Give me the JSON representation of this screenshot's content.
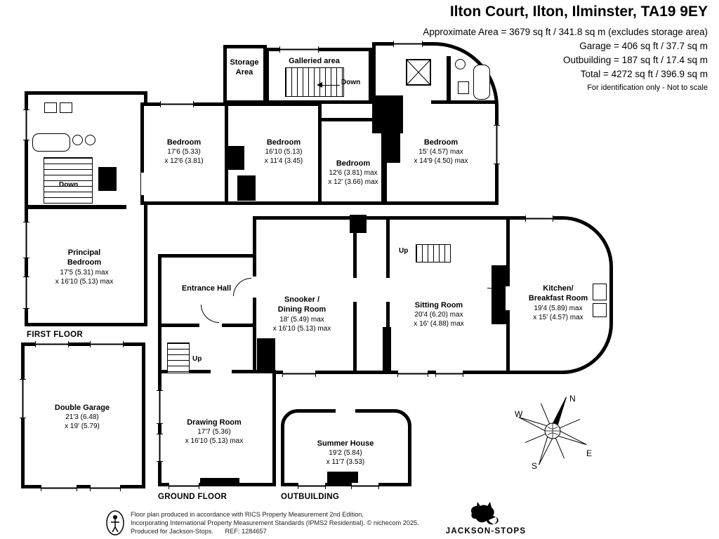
{
  "header": {
    "title": "Ilton Court, Ilton, Ilminster, TA19 9EY",
    "area_line": "Approximate Area = 3679 sq ft / 341.8 sq m (excludes storage area)",
    "garage_line": "Garage = 406 sq ft / 37.7 sq m",
    "outbuilding_line": "Outbuilding = 187 sq ft / 17.4 sq m",
    "total_line": "Total = 4272 sq ft / 396.9 sq m",
    "note": "For identification only - Not to scale"
  },
  "floors": {
    "first": "FIRST FLOOR",
    "ground": "GROUND FLOOR",
    "outbuilding": "OUTBUILDING"
  },
  "stair_labels": {
    "down": "Down",
    "up": "Up"
  },
  "rooms": [
    {
      "name": "Storage",
      "name2": "Area"
    },
    {
      "name": "Galleried area"
    },
    {
      "name": "Bedroom",
      "dim1": "17'6 (5.33)",
      "dim2": "x 12'6 (3.81)"
    },
    {
      "name": "Bedroom",
      "dim1": "16'10 (5.13)",
      "dim2": "x 11'4 (3.45)"
    },
    {
      "name": "Bedroom",
      "dim1": "12'6 (3.81) max",
      "dim2": "x 12' (3.66) max"
    },
    {
      "name": "Bedroom",
      "dim1": "15' (4.57) max",
      "dim2": "x 14'9 (4.50) max"
    },
    {
      "name": "Principal",
      "name2": "Bedroom",
      "dim1": "17'5 (5.31) max",
      "dim2": "x 16'10 (5.13) max"
    },
    {
      "name": "Entrance Hall"
    },
    {
      "name": "Snooker /",
      "name2": "Dining Room",
      "dim1": "18' (5.49) max",
      "dim2": "x 16'10 (5.13) max"
    },
    {
      "name": "Sitting Room",
      "dim1": "20'4 (6.20) max",
      "dim2": "x 16' (4.88) max"
    },
    {
      "name": "Kitchen/",
      "name2": "Breakfast Room",
      "dim1": "19'4 (5.89) max",
      "dim2": "x 15' (4.57) max"
    },
    {
      "name": "Double Garage",
      "dim1": "21'3 (6.48)",
      "dim2": "x 19' (5.79)"
    },
    {
      "name": "Drawing Room",
      "dim1": "17'7 (5.36)",
      "dim2": "x 16'10 (5.13) max"
    },
    {
      "name": "Summer House",
      "dim1": "19'2 (5.84)",
      "dim2": "x 11'7 (3.53)"
    }
  ],
  "compass": {
    "n": "N",
    "e": "E",
    "s": "S",
    "w": "W"
  },
  "footer": {
    "line1": "Floor plan produced in accordance with RICS Property Measurement 2nd Edition,",
    "line2": "Incorporating International Property Measurement Standards (IPMS2 Residential). © nichecom 2025.",
    "line3": "Produced for Jackson-Stops.",
    "ref": "REF: 1284657",
    "brand": "JACKSON-STOPS"
  }
}
